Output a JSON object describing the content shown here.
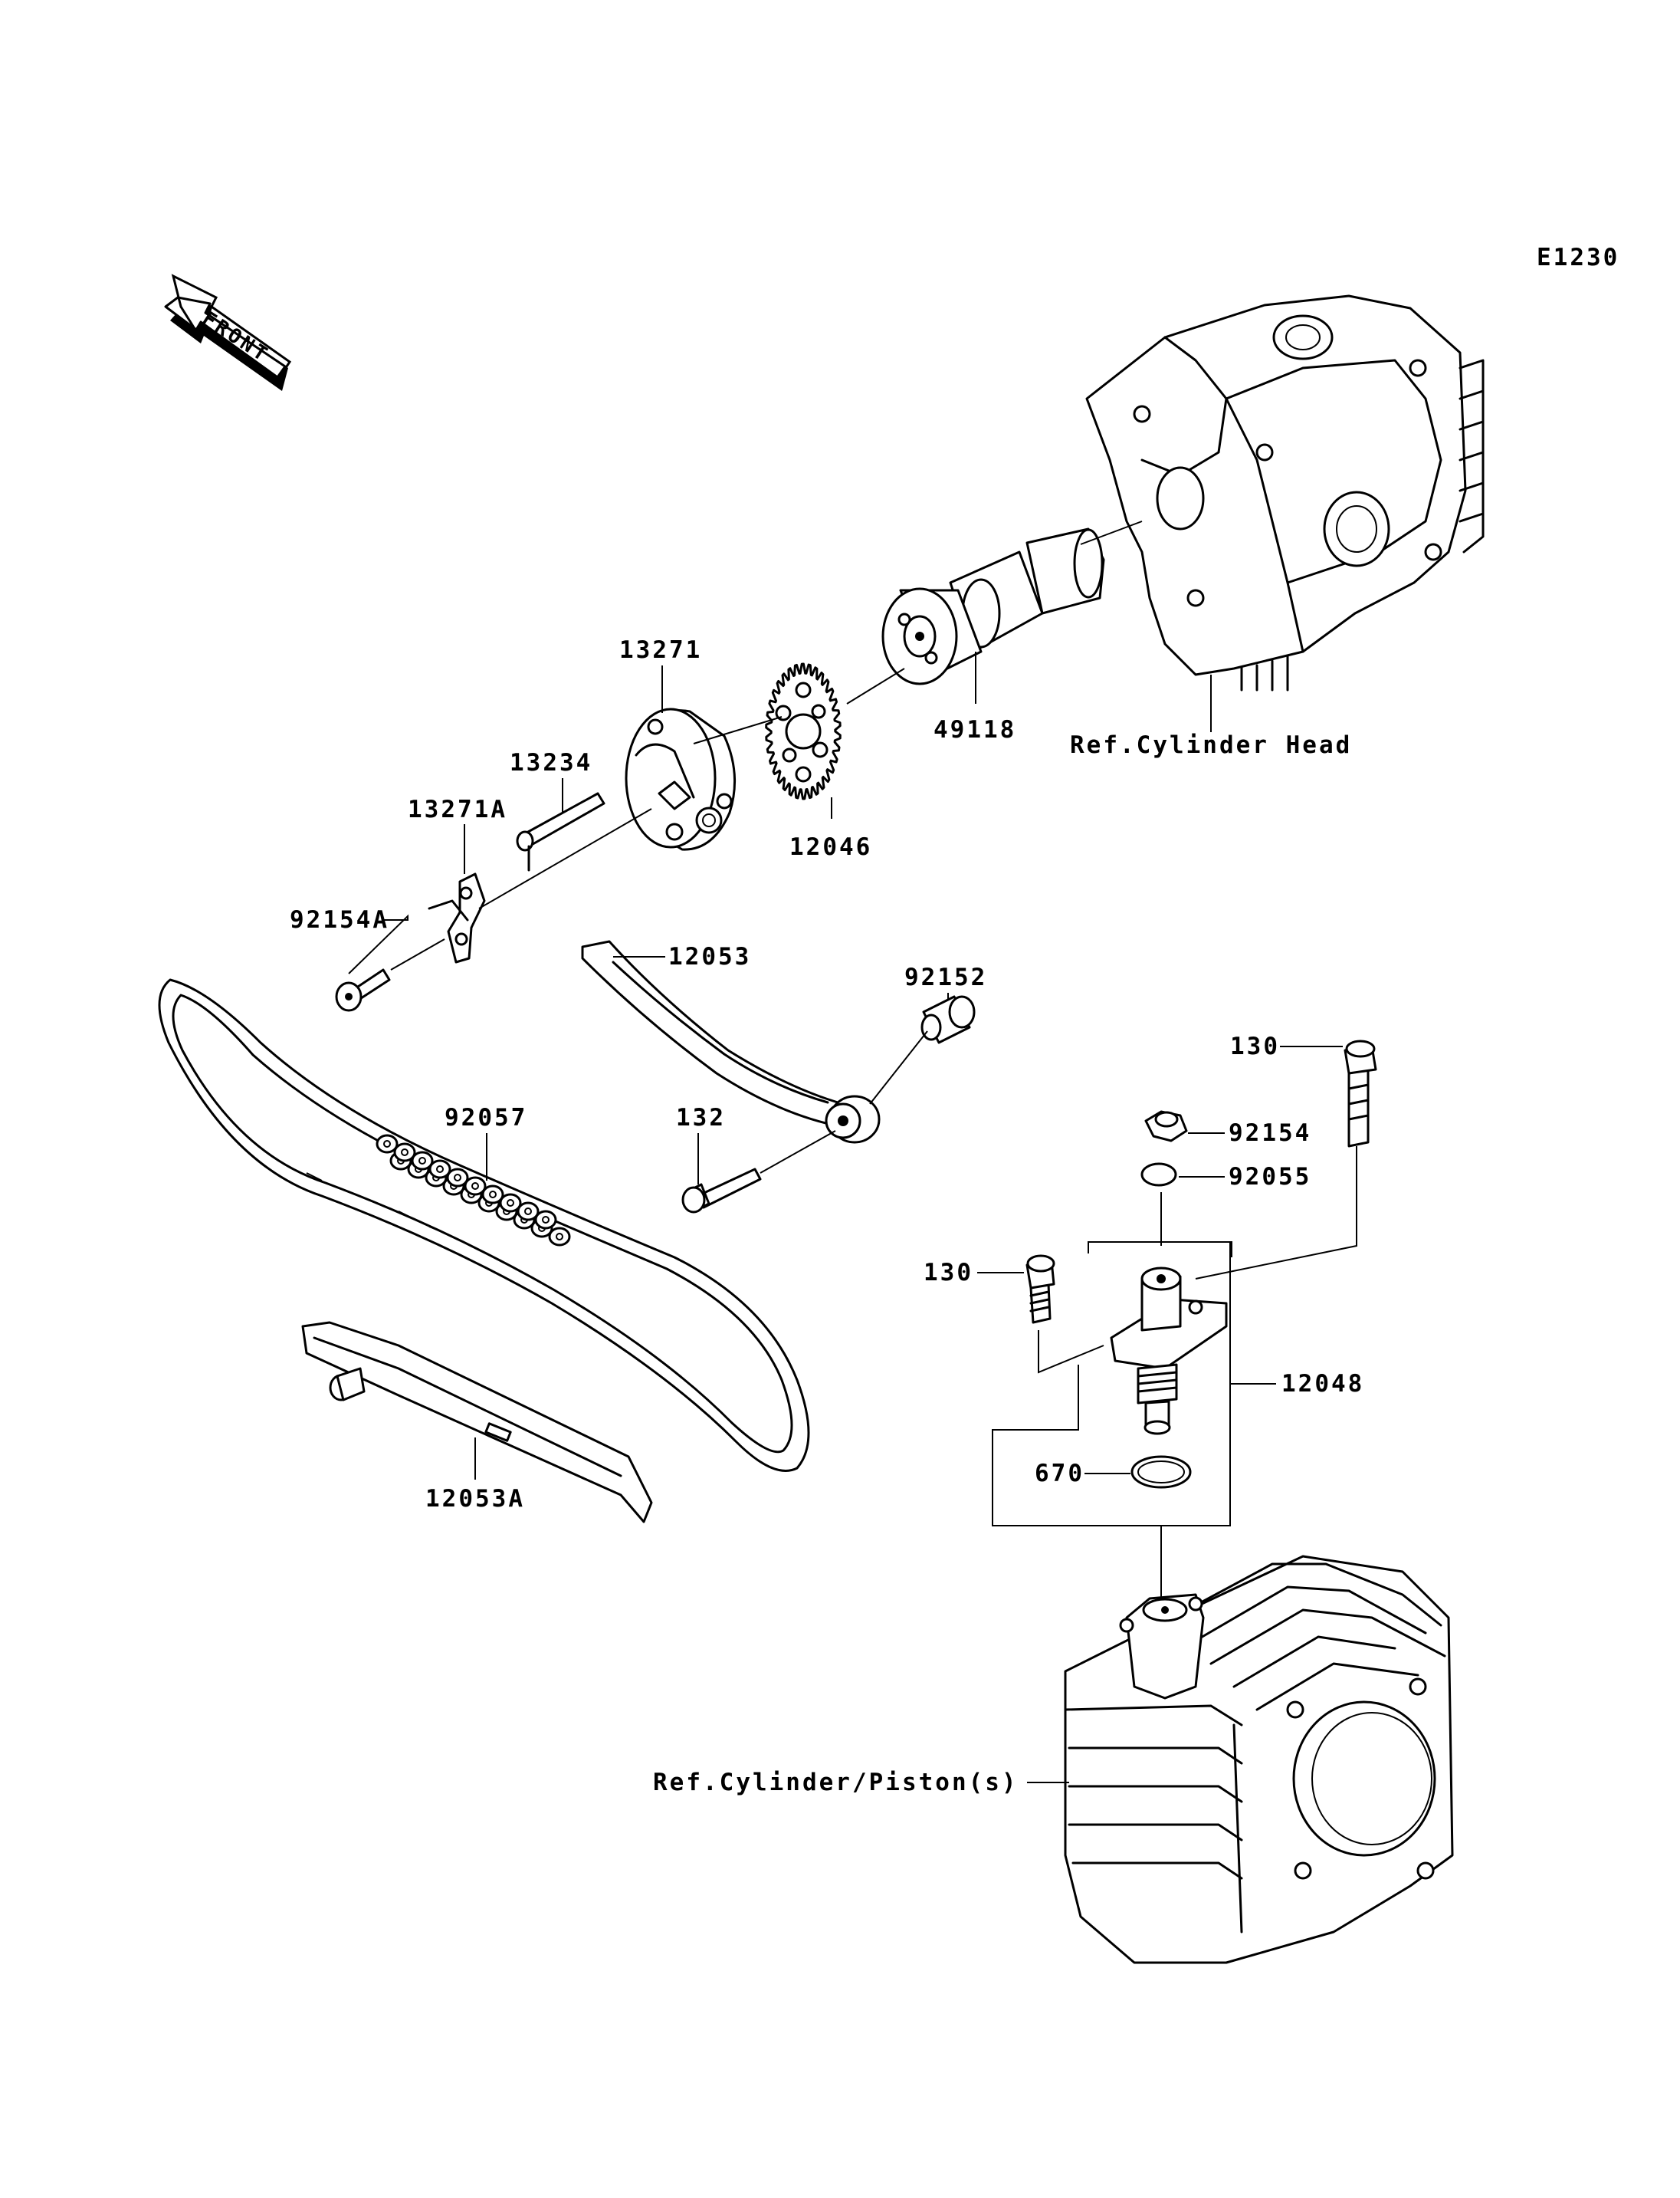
{
  "diagram_code": "E1230",
  "front_arrow": {
    "label": "FRONT"
  },
  "references": {
    "cylinder_head": "Ref.Cylinder Head",
    "cylinder_piston": "Ref.Cylinder/Piston(s)"
  },
  "parts": {
    "p13271": "13271",
    "p13234": "13234",
    "p13271A": "13271A",
    "p92154A": "92154A",
    "p12046": "12046",
    "p49118": "49118",
    "p12053": "12053",
    "p92152": "92152",
    "p92057": "92057",
    "p132": "132",
    "p130_top": "130",
    "p92154": "92154",
    "p92055": "92055",
    "p130_mid": "130",
    "p12048": "12048",
    "p670": "670",
    "p12053A": "12053A"
  }
}
